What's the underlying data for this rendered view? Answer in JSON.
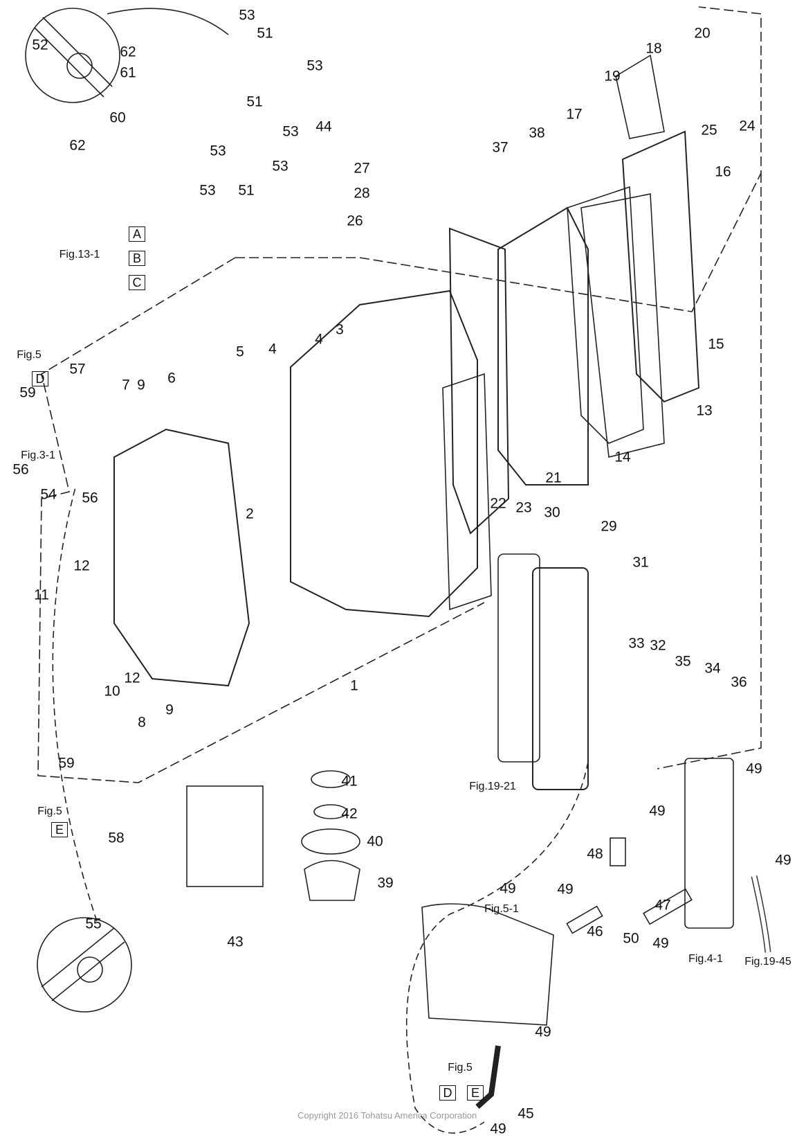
{
  "callouts": [
    "53",
    "51",
    "53",
    "52",
    "62",
    "61",
    "51",
    "53",
    "60",
    "62",
    "53",
    "53",
    "53",
    "51",
    "44",
    "17",
    "18",
    "19",
    "20",
    "24",
    "25",
    "16",
    "38",
    "37",
    "27",
    "28",
    "26",
    "15",
    "13",
    "14",
    "21",
    "22",
    "23",
    "30",
    "29",
    "31",
    "3",
    "4",
    "4",
    "5",
    "6",
    "7",
    "9",
    "57",
    "59",
    "56",
    "54",
    "56",
    "2",
    "11",
    "12",
    "12",
    "10",
    "8",
    "9",
    "1",
    "33",
    "32",
    "35",
    "34",
    "36",
    "49",
    "41",
    "42",
    "40",
    "39",
    "43",
    "49",
    "48",
    "49",
    "49",
    "49",
    "47",
    "46",
    "50",
    "49",
    "59",
    "58",
    "55",
    "45",
    "49",
    "49"
  ],
  "figure_refs": [
    "Fig.13-1",
    "Fig.5",
    "Fig.3-1",
    "Fig.5",
    "Fig.19-21",
    "Fig.5-1",
    "Fig.4-1",
    "Fig.19-45",
    "Fig.5"
  ],
  "boxed_letters": [
    "A",
    "B",
    "C",
    "D",
    "E",
    "D",
    "E"
  ],
  "copyright": "Copyright 2016 Tohatsu America Corporation"
}
